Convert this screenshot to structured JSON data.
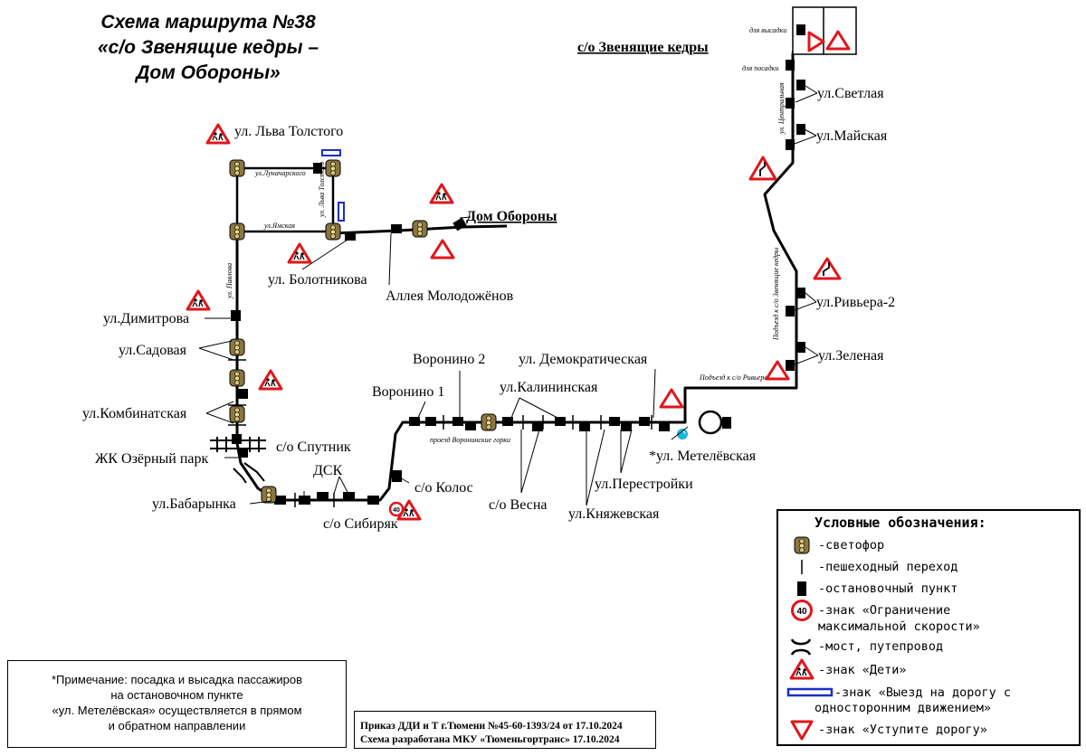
{
  "title": {
    "line1": "Схема маршрута №38",
    "line2": "«с/о Звенящие кедры –",
    "line3": "Дом Обороны»"
  },
  "terminals": {
    "start": "с/о Звенящие кедры",
    "end": "Дом Обороны"
  },
  "stops": {
    "lva_tolstogo": "ул. Льва Толстого",
    "bolotnikova": "ул. Болотникова",
    "alleya": "Аллея Молодожёнов",
    "dimitrova": "ул.Димитрова",
    "sadovaya": "ул.Садовая",
    "kombinatskaya": "ул.Комбинатская",
    "ozerny": "ЖК Озёрный парк",
    "babarynka": "ул.Бабарынка",
    "sputnik": "с/о Спутник",
    "dsk": "ДСК",
    "sibiryak": "с/о Сибиряк",
    "kolos": "с/о Колос",
    "voronino1": "Воронино 1",
    "voronino2": "Воронино 2",
    "vesna": "с/о Весна",
    "kalininskaya": "ул.Калининская",
    "demokraticheskaya": "ул. Демократическая",
    "knyazhevskaya": "ул.Княжевская",
    "perestroyki": "ул.Перестройки",
    "metelevskaya": "*ул. Метелёвская",
    "svetlaya": "ул.Светлая",
    "mayskaya": "ул.Майская",
    "riviera2": "ул.Ривьера-2",
    "zelenaya": "ул.Зеленая"
  },
  "streets": {
    "lunacharskogo": "ул.Луначарского",
    "lva_tolstogo_vert": "ул. Льва Толстого",
    "yamskaya": "ул.Ямская",
    "pavlova": "ул. Павлова",
    "proezd_voronino": "проезд Воронинские горки",
    "tsentralnaya": "ул. Центральная",
    "podezd_kedry": "Подъезд к с/о Звенящие кедры",
    "podezd_riviera": "Подъезд к с/о Ривьера",
    "dlya_vysadki": "для высадки",
    "dlya_posadki": "для посадки"
  },
  "signs": {
    "speed_limit": "40"
  },
  "legend": {
    "title": "Условные обозначения:",
    "traffic_light": "-светофор",
    "crossing": "-пешеходный переход",
    "stop": "-остановочный пункт",
    "speed_line1": "-знак «Ограничение",
    "speed_line2": "максимальной скорости»",
    "bridge": "-мост, путепровод",
    "children": "-знак «Дети»",
    "oneway_line1": "-знак «Выезд на дорогу с",
    "oneway_line2": "односторонним движением»",
    "yield": "-знак «Уступите дорогу»",
    "speed_value": "40"
  },
  "note": {
    "line1": "*Примечание: посадка и высадка пассажиров",
    "line2": "на остановочном пункте",
    "line3": "«ул. Метелёвская» осуществляется в прямом",
    "line4": "и обратном направлении"
  },
  "order": {
    "line1": "Приказ ДДИ и Т г.Тюмени №45-60-1393/24 от 17.10.2024",
    "line2": "Схема разработана МКУ «Тюменьгортранс» 17.10.2024"
  },
  "colors": {
    "route": "#000000",
    "warning_red": "#e0161b",
    "oneway_blue": "#1d2ec4",
    "roundabout_cyan": "#19b5d8",
    "traffic_light_body": "#7a6a3a"
  }
}
